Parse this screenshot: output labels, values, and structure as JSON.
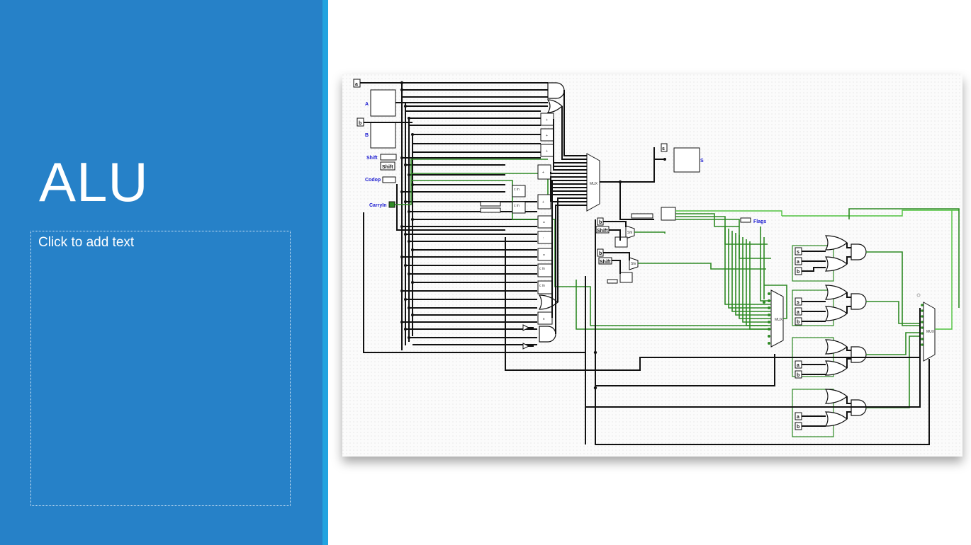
{
  "slide": {
    "title": "ALU",
    "placeholder": "Click to add text"
  },
  "circuit": {
    "inputs": {
      "a": "a",
      "b": "b",
      "A": "A",
      "B": "B",
      "shift_label": "Shift",
      "shift_tunnel": "Shift",
      "codop": "Codop",
      "carryin": "CarryIn"
    },
    "outputs": {
      "s_tunnel": "s",
      "S": "S",
      "flags": "Flags"
    },
    "mux_label": "MUX",
    "shift_blocks": [
      {
        "tunnel_b": "b",
        "tunnel_shift": "Shift",
        "op": "Shl"
      },
      {
        "tunnel_b": "b",
        "tunnel_shift": "Shift",
        "op": "Shr"
      }
    ],
    "flag_inputs": [
      [
        "s",
        "a",
        "b"
      ],
      [
        "s",
        "a",
        "b"
      ],
      [
        "a",
        "b"
      ],
      [
        "a",
        "b"
      ]
    ]
  }
}
